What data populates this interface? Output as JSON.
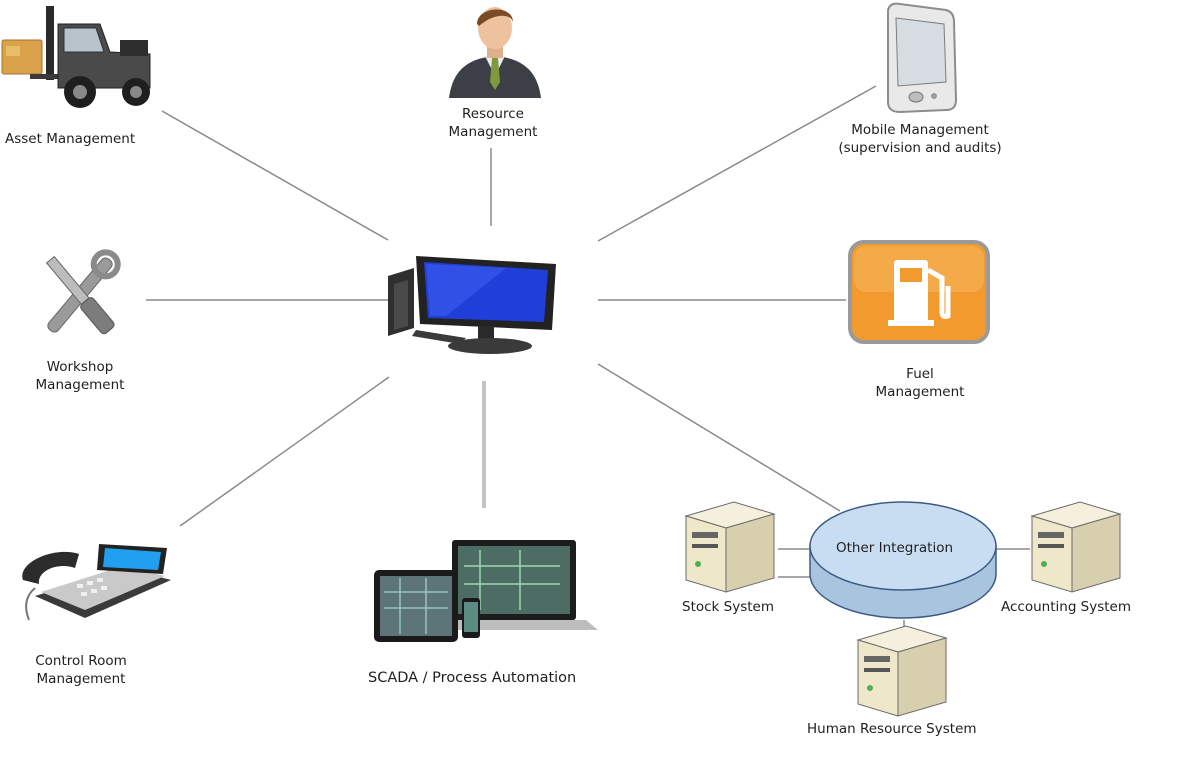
{
  "nodes": {
    "asset": {
      "label": "Asset Management",
      "icon": "forklift-icon"
    },
    "resource": {
      "label_lines": [
        "Resource",
        "Management"
      ],
      "icon": "businessman-icon"
    },
    "mobile": {
      "label_lines": [
        "Mobile Management",
        "(supervision and audits)"
      ],
      "icon": "pda-device-icon"
    },
    "workshop": {
      "label_lines": [
        "Workshop",
        "Management"
      ],
      "icon": "wrench-screwdriver-icon"
    },
    "center": {
      "icon": "computer-monitor-icon"
    },
    "fuel": {
      "label_lines": [
        "Fuel",
        "Management"
      ],
      "icon": "fuel-pump-icon"
    },
    "control_room": {
      "label_lines": [
        "Control Room",
        "Management"
      ],
      "icon": "desk-phone-icon"
    },
    "scada": {
      "label": "SCADA / Process Automation",
      "icon": "devices-icon"
    },
    "other_integration": {
      "label": "Other Integration",
      "icon": "disc-hub-icon",
      "systems": {
        "stock": {
          "label": "Stock System",
          "icon": "server-icon"
        },
        "accounting": {
          "label": "Accounting System",
          "icon": "server-icon"
        },
        "hr": {
          "label": "Human Resource System",
          "icon": "server-icon"
        }
      }
    }
  },
  "colors": {
    "connector": "#8a8a8a",
    "screen_blue": "#1f3fd8",
    "fuel_orange": "#f29a2e",
    "disc_blue": "#c9ddf2",
    "server_beige": "#efe7c9"
  }
}
